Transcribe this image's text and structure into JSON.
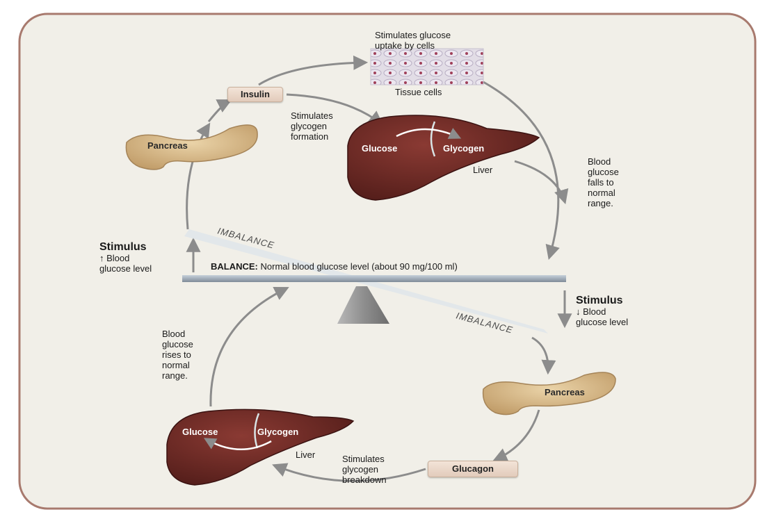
{
  "top_loop": {
    "insulin_label": "Insulin",
    "stimulates_uptake": [
      "Stimulates glucose",
      "uptake by cells"
    ],
    "tissue_cells_label": "Tissue cells",
    "stimulates_formation": [
      "Stimulates",
      "glycogen",
      "formation"
    ],
    "pancreas_label": "Pancreas",
    "liver_glucose": "Glucose",
    "liver_glycogen": "Glycogen",
    "liver_label": "Liver",
    "blood_falls": [
      "Blood",
      "glucose",
      "falls to",
      "normal",
      "range."
    ]
  },
  "balance": {
    "imbalance_top": "IMBALANCE",
    "imbalance_bottom": "IMBALANCE",
    "balance_bold": "BALANCE:",
    "balance_text": "Normal blood glucose level (about 90 mg/100 ml)"
  },
  "stimulus_left": {
    "title": "Stimulus",
    "line1": "↑ Blood",
    "line2": "glucose level"
  },
  "stimulus_right": {
    "title": "Stimulus",
    "line1": "↓ Blood",
    "line2": "glucose level"
  },
  "bottom_loop": {
    "blood_rises": [
      "Blood",
      "glucose",
      "rises to",
      "normal",
      "range."
    ],
    "pancreas_label": "Pancreas",
    "glucagon_label": "Glucagon",
    "stimulates_breakdown": [
      "Stimulates",
      "glycogen",
      "breakdown"
    ],
    "liver_glucose": "Glucose",
    "liver_glycogen": "Glycogen",
    "liver_label": "Liver"
  },
  "colors": {
    "frame_border": "#a87a6e",
    "panel_bg": "#f1efe8",
    "arrow": "#8c8c8c",
    "liver": "#6e2a26",
    "pancreas": "#d9b98a",
    "beam": "#9aa7b4"
  }
}
